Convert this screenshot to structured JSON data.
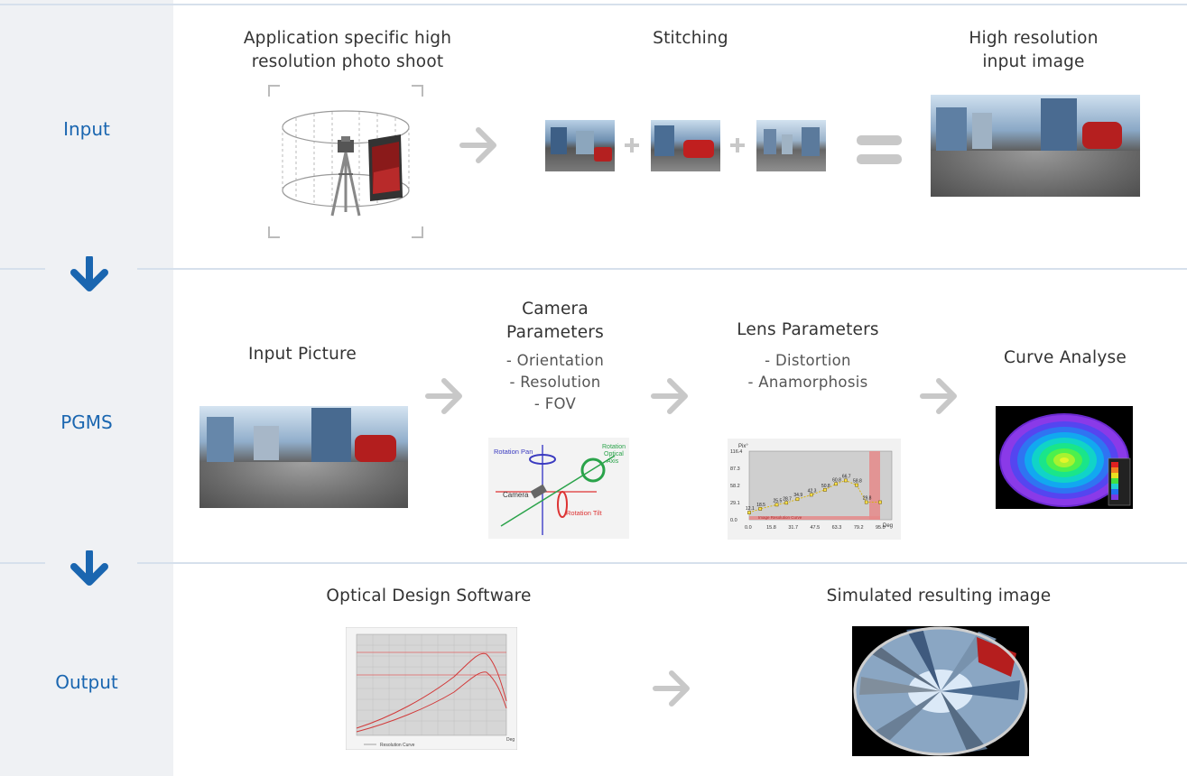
{
  "stages": {
    "input": "Input",
    "pgms": "PGMS",
    "output": "Output"
  },
  "input_row": {
    "photo_shoot": [
      "Application specific high",
      "resolution photo shoot"
    ],
    "stitching": "Stitching",
    "high_res": [
      "High resolution",
      "input image"
    ]
  },
  "pgms_row": {
    "input_picture": "Input Picture",
    "camera_title": [
      "Camera",
      "Parameters"
    ],
    "camera_items": [
      "- Orientation",
      "- Resolution",
      "- FOV"
    ],
    "lens_title": "Lens Parameters",
    "lens_items": [
      "- Distortion",
      "- Anamorphosis"
    ],
    "curve": "Curve Analyse"
  },
  "camera_diagram": {
    "rotation_pan": "Rotation Pan",
    "rotation_axis": [
      "Rotation",
      "Optical",
      "Axis"
    ],
    "camera": "Camera",
    "rotation_tilt": "Rotation Tilt"
  },
  "lens_graph": {
    "ylabel": "Pix°",
    "xlabel": "Deg",
    "y_ticks": [
      "116.4",
      "87.3",
      "58.2",
      "29.1",
      "0.0"
    ],
    "x_ticks": [
      "0.0",
      "15.8",
      "31.7",
      "47.5",
      "63.3",
      "79.2",
      "95.0"
    ],
    "x": [
      0,
      8,
      20,
      27,
      35,
      45,
      55,
      63,
      70,
      78,
      85,
      95
    ],
    "y": [
      12.1,
      18.5,
      25.5,
      28.7,
      34.9,
      42.3,
      50.8,
      60.8,
      66.7,
      58.8,
      29.8,
      29.8
    ],
    "point_labels": [
      "12.1",
      "18.5",
      "25.5",
      "28.7",
      "34.9",
      "42.3",
      "50.8",
      "60.8",
      "66.7",
      "58.8",
      "29.8",
      ""
    ],
    "bottom_label": "Image Resolution Curve"
  },
  "output_row": {
    "optical": "Optical Design Software",
    "simulated": "Simulated resulting image"
  },
  "optical_graph": {
    "legend": "Resolution Curve",
    "xlabel": "Deg"
  },
  "colors": {
    "accent": "#1a66b0",
    "side_panel": "#eff1f4",
    "rule": "#d6e0ec",
    "chevron": "#c8c8c8"
  }
}
